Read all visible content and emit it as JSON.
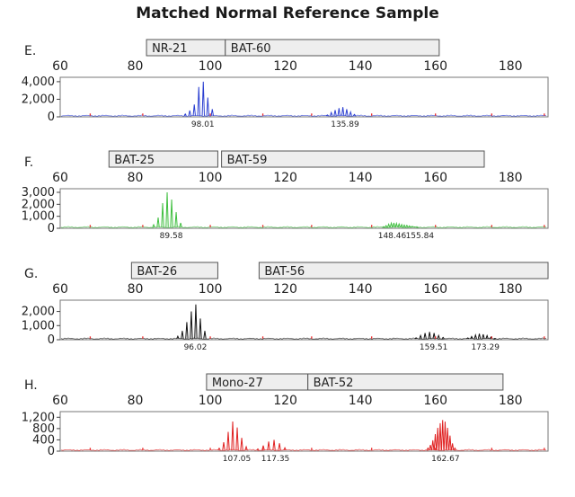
{
  "colors": {
    "E": "#2b3fd1",
    "F": "#3fbf3f",
    "G": "#111111",
    "H": "#e02020",
    "marker": "#ea2a2a"
  },
  "chart_data": {
    "type": "line",
    "title": "Matched Normal Reference Sample",
    "panels": [
      {
        "label": "E.",
        "xlim": [
          60,
          190
        ],
        "xticks": [
          "60",
          "80",
          "100",
          "120",
          "140",
          "160",
          "180"
        ],
        "ylim": [
          0,
          4500
        ],
        "yticks": [
          "4,000",
          "2,000",
          "0"
        ],
        "ytick_values": [
          4000,
          2000,
          0
        ],
        "color": "E",
        "markers": [
          {
            "name": "NR-21",
            "range": [
              83,
              104
            ]
          },
          {
            "name": "BAT-60",
            "range": [
              104,
              161
            ]
          }
        ],
        "peaks": [
          {
            "center": 98.01,
            "height": 4000,
            "label": "98.01",
            "spread": 4,
            "rel": [
              0.08,
              0.18,
              0.35,
              0.85,
              1.0,
              0.55,
              0.22
            ]
          },
          {
            "center": 135.89,
            "height": 1100,
            "label": "135.89",
            "spread": 4,
            "rel": [
              0.2,
              0.45,
              0.7,
              0.9,
              1.0,
              0.8,
              0.5,
              0.25
            ]
          }
        ]
      },
      {
        "label": "F.",
        "xlim": [
          60,
          190
        ],
        "xticks": [
          "60",
          "80",
          "100",
          "120",
          "140",
          "160",
          "180"
        ],
        "ylim": [
          0,
          3300
        ],
        "yticks": [
          "3,000",
          "2,000",
          "1,000",
          "0"
        ],
        "ytick_values": [
          3000,
          2000,
          1000,
          0
        ],
        "color": "F",
        "markers": [
          {
            "name": "BAT-25",
            "range": [
              73,
              102
            ]
          },
          {
            "name": "BAT-59",
            "range": [
              103,
              173
            ]
          }
        ],
        "peaks": [
          {
            "center": 89.58,
            "height": 3000,
            "label": "89.58",
            "spread": 4,
            "rel": [
              0.1,
              0.3,
              0.7,
              1.0,
              0.8,
              0.45,
              0.15
            ]
          },
          {
            "center": 152.0,
            "height": 450,
            "label": "148.46",
            "label_at": 148.46,
            "spread": 5,
            "rel": [
              0.3,
              0.5,
              0.75,
              0.95,
              1.0,
              0.9,
              0.8,
              0.7,
              0.6,
              0.55,
              0.45,
              0.35,
              0.25,
              0.15
            ]
          },
          {
            "center": 155.84,
            "height": 0,
            "label": "155.84",
            "spread": 1,
            "rel": []
          }
        ]
      },
      {
        "label": "G.",
        "xlim": [
          60,
          190
        ],
        "xticks": [
          "60",
          "80",
          "100",
          "120",
          "140",
          "160",
          "180"
        ],
        "ylim": [
          0,
          2800
        ],
        "yticks": [
          "2,000",
          "1,000",
          "0"
        ],
        "ytick_values": [
          2000,
          1000,
          0
        ],
        "color": "G",
        "markers": [
          {
            "name": "BAT-26",
            "range": [
              79,
              102
            ]
          },
          {
            "name": "BAT-56",
            "range": [
              113,
              190
            ]
          }
        ],
        "peaks": [
          {
            "center": 96.02,
            "height": 2500,
            "label": "96.02",
            "spread": 4,
            "rel": [
              0.1,
              0.25,
              0.5,
              0.8,
              1.0,
              0.6,
              0.25
            ]
          },
          {
            "center": 159.51,
            "height": 550,
            "label": "159.51",
            "spread": 4,
            "rel": [
              0.25,
              0.55,
              0.85,
              1.0,
              0.85,
              0.55,
              0.3
            ]
          },
          {
            "center": 173.29,
            "height": 420,
            "label": "173.29",
            "spread": 4,
            "rel": [
              0.3,
              0.55,
              0.8,
              1.0,
              0.9,
              0.7,
              0.45,
              0.2
            ]
          }
        ]
      },
      {
        "label": "H.",
        "xlim": [
          60,
          190
        ],
        "xticks": [
          "60",
          "80",
          "100",
          "120",
          "140",
          "160",
          "180"
        ],
        "ylim": [
          0,
          1400
        ],
        "yticks": [
          "1,200",
          "800",
          "400",
          "0"
        ],
        "ytick_values": [
          1200,
          800,
          400,
          0
        ],
        "color": "H",
        "markers": [
          {
            "name": "Mono-27",
            "range": [
              99,
              126
            ]
          },
          {
            "name": "BAT-52",
            "range": [
              126,
              178
            ]
          }
        ],
        "peaks": [
          {
            "center": 107.05,
            "height": 1050,
            "label": "107.05",
            "spread": 4,
            "rel": [
              0.1,
              0.3,
              0.65,
              1.0,
              0.8,
              0.45,
              0.15
            ]
          },
          {
            "center": 117.35,
            "height": 400,
            "label": "117.35",
            "spread": 4,
            "rel": [
              0.2,
              0.5,
              0.85,
              1.0,
              0.7,
              0.3
            ]
          },
          {
            "center": 162.67,
            "height": 1100,
            "label": "162.67",
            "spread": 4,
            "rel": [
              0.1,
              0.2,
              0.35,
              0.55,
              0.75,
              0.9,
              1.0,
              0.95,
              0.75,
              0.5,
              0.25,
              0.1
            ]
          }
        ]
      }
    ]
  }
}
